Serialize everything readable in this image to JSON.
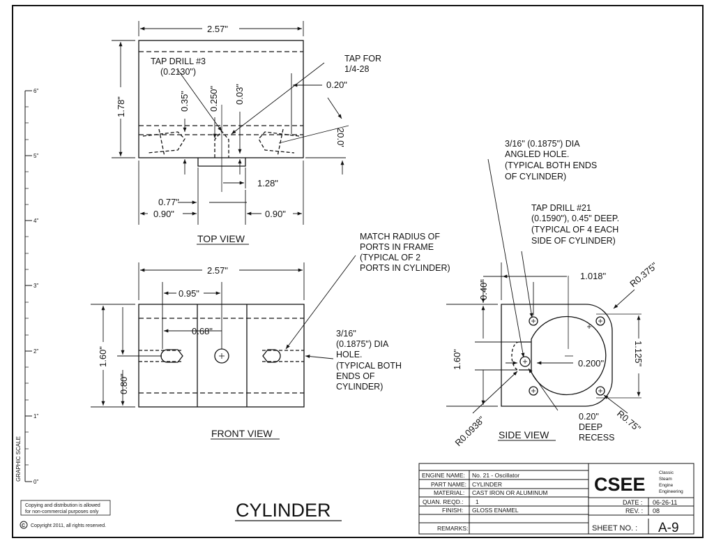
{
  "drawing": {
    "title": "CYLINDER",
    "copyright": "Copyright 2011, all rights reserved.",
    "copy_notice_line1": "Copying and distribution is allowed",
    "copy_notice_line2": "for non-commercial purposes only",
    "graphic_scale_label": "GRAPHIC SCALE",
    "scale_ticks": [
      "6\"",
      "5\"",
      "4\"",
      "3\"",
      "2\"",
      "1\"",
      "0\""
    ]
  },
  "views": {
    "top": "TOP VIEW",
    "front": "FRONT VIEW",
    "side": "SIDE VIEW"
  },
  "top_view": {
    "width": "2.57\"",
    "height": "1.78\"",
    "tap_drill_line1": "TAP DRILL #3",
    "tap_drill_line2": "(0.2130\")",
    "tap_for_line1": "TAP FOR",
    "tap_for_line2": "1/4-28",
    "d_035": "0.35\"",
    "d_0250": "0.250\"",
    "d_003": "0.03\"",
    "d_020": "0.20\"",
    "angle": "20.0'",
    "d_128": "1.28\"",
    "d_077": "0.77\"",
    "d_090_left": "0.90\"",
    "d_090_right": "0.90\""
  },
  "front_view": {
    "width": "2.57\"",
    "d_095": "0.95\"",
    "d_068": "0.68\"",
    "height": "1.60\"",
    "d_080": "0.80\"",
    "match_note": [
      "MATCH RADIUS OF",
      "PORTS IN FRAME",
      "(TYPICAL OF 2",
      "PORTS IN CYLINDER)"
    ],
    "hole_note": [
      "3/16\"",
      "(0.1875\") DIA",
      "HOLE.",
      "(TYPICAL BOTH",
      "ENDS OF",
      "CYLINDER)"
    ]
  },
  "side_view": {
    "angled_note": [
      "3/16\" (0.1875\") DIA",
      "ANGLED HOLE.",
      "(TYPICAL BOTH ENDS",
      "OF CYLINDER)"
    ],
    "tap21_note": [
      "TAP DRILL #21",
      "(0.1590\"), 0.45\" DEEP.",
      "(TYPICAL OF 4 EACH",
      "SIDE OF CYLINDER)"
    ],
    "d_040": "0.40\"",
    "d_1018": "1.018\"",
    "r_0375": "R0.375\"",
    "d_1125": "1.125\"",
    "height": "1.60\"",
    "d_0200": "0.200\"",
    "r_075": "R0.75\"",
    "r_00938": "R0.0938\"",
    "recess": [
      "0.20\"",
      "DEEP",
      "RECESS"
    ]
  },
  "title_block": {
    "engine_name_label": "ENGINE NAME:",
    "engine_name": "No. 21 - Oscillator",
    "part_name_label": "PART NAME:",
    "part_name": "CYLINDER",
    "material_label": "MATERIAL:",
    "material": "CAST IRON OR ALUMINUM",
    "quan_label": "QUAN. REQD.:",
    "quan": "1",
    "finish_label": "FINISH:",
    "finish": "GLOSS ENAMEL",
    "remarks_label": "REMARKS:",
    "company": "CSEE",
    "company_lines": [
      "Classic",
      "Steam",
      "Engine",
      "Engineering"
    ],
    "date_label": "DATE :",
    "date": "06-26-11",
    "rev_label": "REV. :",
    "rev": "08",
    "sheet_label": "SHEET NO. :",
    "sheet": "A-9"
  }
}
